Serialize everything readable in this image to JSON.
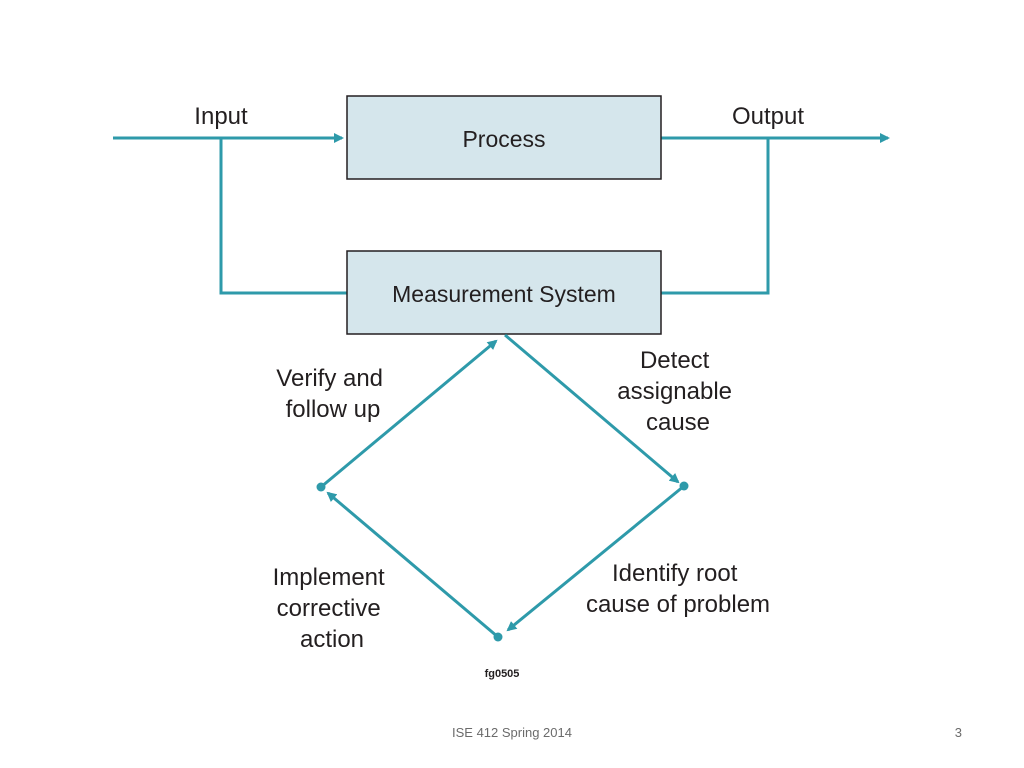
{
  "diagram": {
    "colors": {
      "line": "#2e9aaa",
      "box_fill": "#d5e6ec",
      "box_stroke": "#231f20",
      "text": "#231f20"
    },
    "labels": {
      "input": "Input",
      "output": "Output",
      "process": "Process",
      "measurement": "Measurement System",
      "verify": [
        "Verify and",
        "follow up"
      ],
      "detect": [
        "Detect",
        "assignable",
        "cause"
      ],
      "identify": [
        "Identify root",
        "cause of problem"
      ],
      "implement": [
        "Implement",
        "corrective",
        "action"
      ],
      "figure_id": "fg0505"
    }
  },
  "footer": {
    "title": "ISE 412 Spring 2014",
    "page_number": "3"
  }
}
